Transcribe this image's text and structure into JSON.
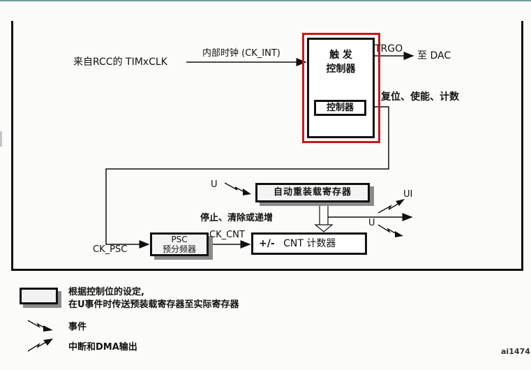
{
  "diagram": {
    "title": "TIMx timer block diagram (partial)",
    "inputs": {
      "clock_source": "来自RCC的 TIMxCLK",
      "internal_clock": "内部时钟 (CK_INT)"
    },
    "trigger_controller": {
      "title_line1": "触 发",
      "title_line2": "控制器",
      "inner_label": "控制器",
      "highlight_color": "#c8191e"
    },
    "outputs": {
      "trgo": "TRGO",
      "to_dac": "至 DAC",
      "reset_enable_count": "复位、使能、计数"
    },
    "registers": {
      "auto_reload": "自动重装载寄存器",
      "psc_line1": "PSC",
      "psc_line2": "预分频器",
      "cnt": "CNT 计数器",
      "cnt_prefix": "+/-"
    },
    "signals": {
      "u_event_in": "U",
      "ui_out": "UI",
      "u_out": "U",
      "stop_clear_inc": "停止、清除或递增",
      "ck_psc": "CK_PSC",
      "ck_cnt": "CK_CNT"
    },
    "reference": "ai1474"
  },
  "legend": {
    "preload_line1": "根据控制位的设定,",
    "preload_line2": "在U事件时传送预装载寄存器至实际寄存器",
    "event": "事件",
    "interrupt_dma": "中断和DMA输出"
  },
  "colors": {
    "topbar": "#6a9e97",
    "line": "#111111",
    "shadow": "#8a8a8a",
    "highlight": "#c8191e"
  }
}
